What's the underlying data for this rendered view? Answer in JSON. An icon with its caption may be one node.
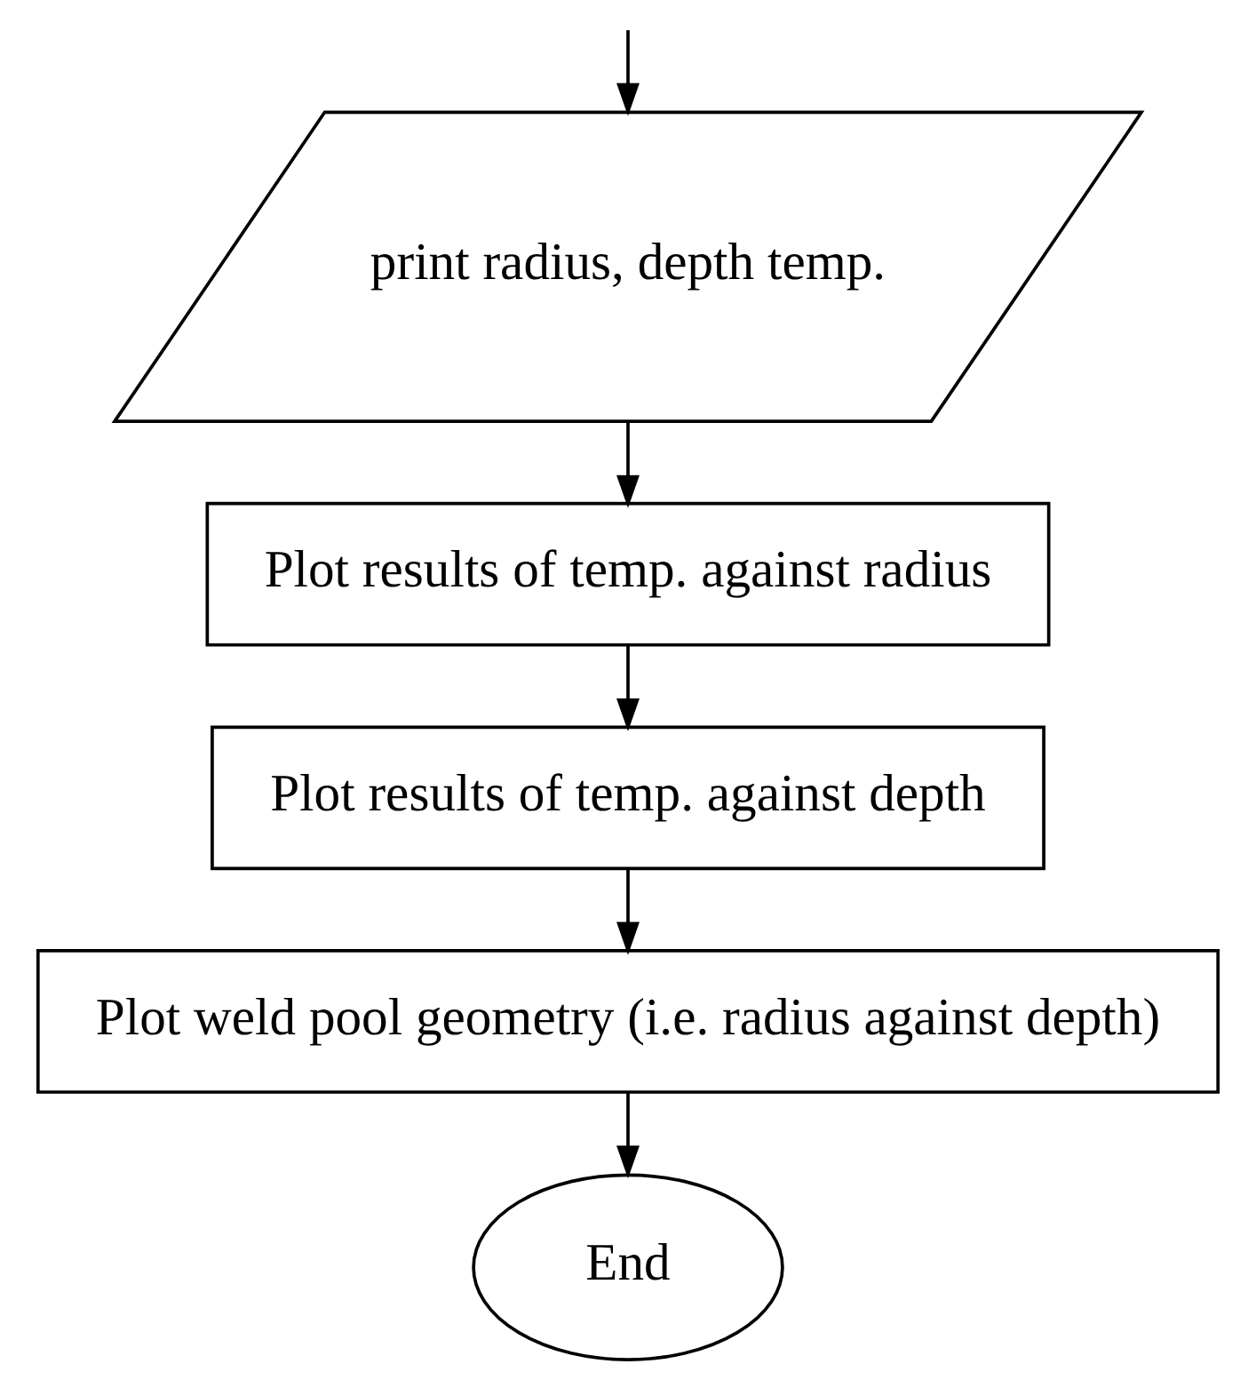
{
  "diagram": {
    "nodes": [
      {
        "text": [
          "print radius, depth temp."
        ]
      },
      {
        "text": [
          "Plot results of temp. against radius"
        ]
      },
      {
        "text": [
          "Plot results of temp. against depth"
        ]
      },
      {
        "text": [
          "Plot weld pool geometry (i.e. radius against depth)"
        ]
      },
      {
        "text": [
          "End"
        ]
      }
    ],
    "edges": [
      {
        "from": null,
        "to": 0,
        "arrow": "to"
      },
      {
        "from": 0,
        "to": 1,
        "arrow": "to"
      },
      {
        "from": 1,
        "to": 2,
        "arrow": "to"
      },
      {
        "from": 2,
        "to": 3,
        "arrow": "to"
      },
      {
        "from": 3,
        "to": 4,
        "arrow": "to"
      }
    ]
  }
}
